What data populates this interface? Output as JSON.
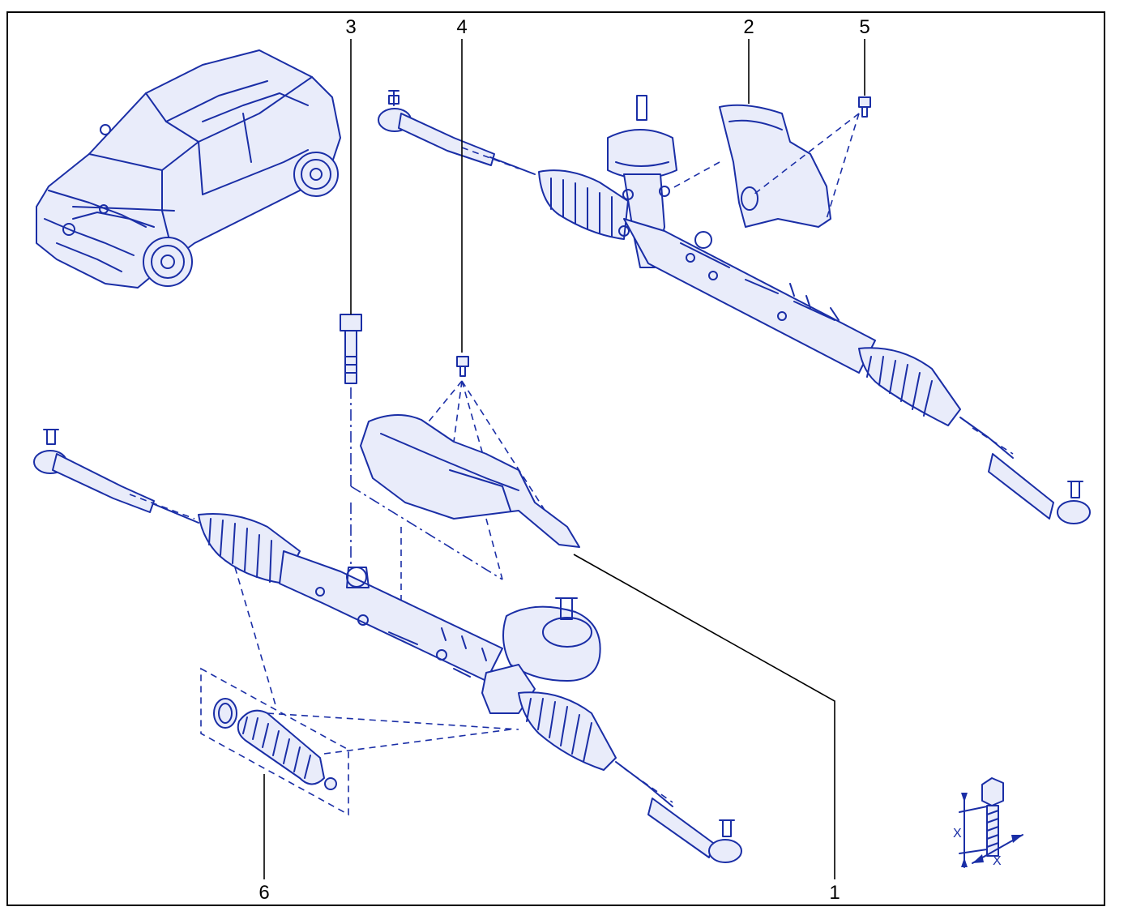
{
  "callouts": {
    "c1": "1",
    "c2": "2",
    "c3": "3",
    "c4": "4",
    "c5": "5",
    "c6": "6"
  },
  "detail": {
    "x_label_1": "X",
    "x_label_2": "X"
  },
  "colors": {
    "line_art": "#1a2ea6",
    "leaders": "#000000",
    "background": "#ffffff"
  }
}
